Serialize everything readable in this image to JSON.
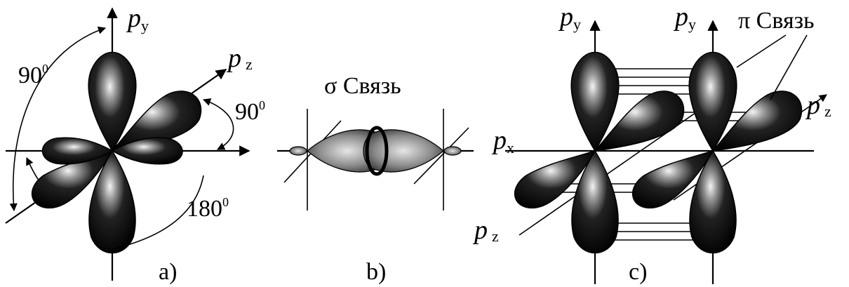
{
  "figure_a": {
    "py_label": "p",
    "py_sub": "y",
    "pz_label": "p",
    "pz_sub": "z",
    "angle_90_left": "90",
    "angle_90_left_sup": "0",
    "angle_90_right": "90",
    "angle_90_right_sup": "0",
    "angle_180": "180",
    "angle_180_sup": "0",
    "caption": "a)"
  },
  "figure_b": {
    "title": "σ Связь",
    "caption": "b)"
  },
  "figure_c": {
    "py1_label": "p",
    "py1_sub": "y",
    "py2_label": "p",
    "py2_sub": "y",
    "pi_bond": "π Связь",
    "pz_right_label": "p",
    "pz_right_sub": "z",
    "px_label": "p",
    "px_sub": "x",
    "pz_left_label": "p",
    "pz_left_sub": "z",
    "caption": "c)"
  }
}
